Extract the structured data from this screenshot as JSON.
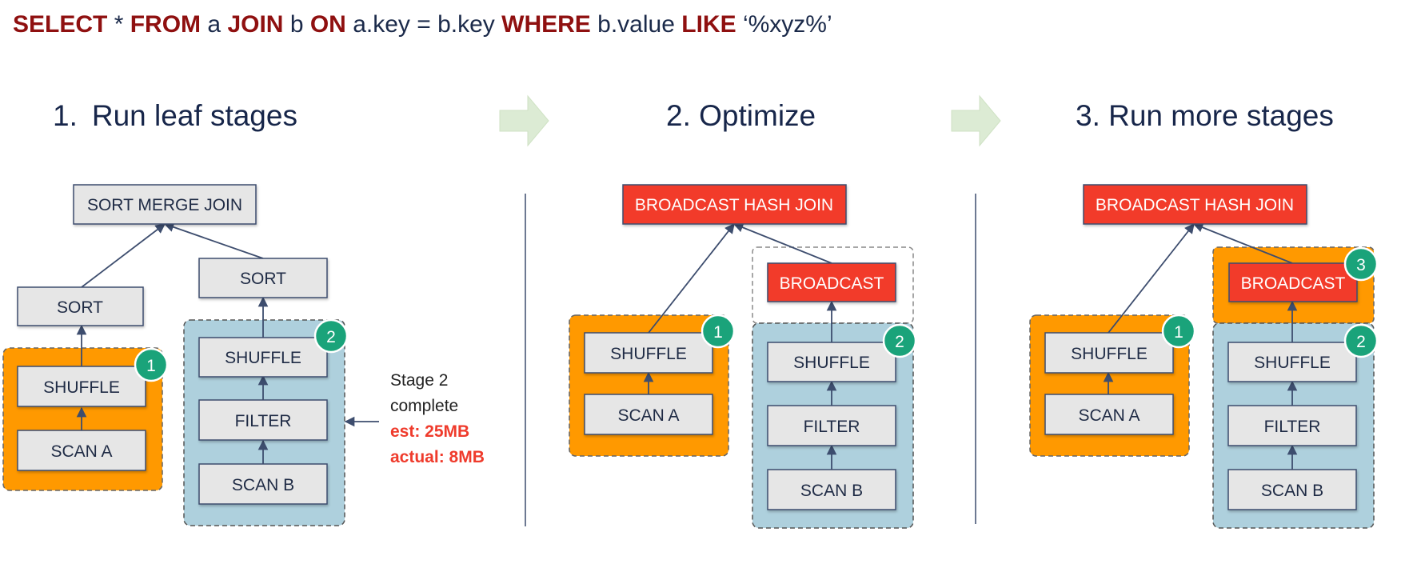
{
  "query": {
    "select_kw": "SELECT",
    "star": "*",
    "from_kw": "FROM",
    "table_a": "a",
    "join_kw": "JOIN",
    "table_b": "b",
    "on_kw": "ON",
    "join_cond": "a.key = b.key",
    "where_kw": "WHERE",
    "where_col": "b.value",
    "like_kw": "LIKE",
    "pattern": "‘%xyz%’"
  },
  "stages": [
    {
      "number": "1.",
      "title": "Run leaf stages"
    },
    {
      "number": "",
      "title": "2. Optimize"
    },
    {
      "number": "",
      "title": "3. Run more stages"
    }
  ],
  "panel1": {
    "join": "SORT MERGE JOIN",
    "sort_left": "SORT",
    "sort_right": "SORT",
    "shuffle_a": "SHUFFLE",
    "scan_a": "SCAN A",
    "shuffle_b": "SHUFFLE",
    "filter_b": "FILTER",
    "scan_b": "SCAN B",
    "badge_a": "1",
    "badge_b": "2"
  },
  "panel2": {
    "join": "BROADCAST HASH JOIN",
    "broadcast": "BROADCAST",
    "shuffle_a": "SHUFFLE",
    "scan_a": "SCAN A",
    "shuffle_b": "SHUFFLE",
    "filter_b": "FILTER",
    "scan_b": "SCAN B",
    "badge_a": "1",
    "badge_b": "2"
  },
  "panel3": {
    "join": "BROADCAST HASH JOIN",
    "broadcast": "BROADCAST",
    "shuffle_a": "SHUFFLE",
    "scan_a": "SCAN A",
    "shuffle_b": "SHUFFLE",
    "filter_b": "FILTER",
    "scan_b": "SCAN B",
    "badge_a": "1",
    "badge_b": "2",
    "badge_c": "3"
  },
  "note": {
    "line1": "Stage 2",
    "line2": "complete",
    "est": "est: 25MB",
    "actual": "actual: 8MB"
  },
  "colors": {
    "orange": "#ff9900",
    "blue_stage": "#aed0dd",
    "red_node": "#f23a2a",
    "gray_node": "#e6e6e6",
    "badge_green": "#1aa37a",
    "arrow_green": "#dcebd4",
    "navy": "#17264a"
  }
}
